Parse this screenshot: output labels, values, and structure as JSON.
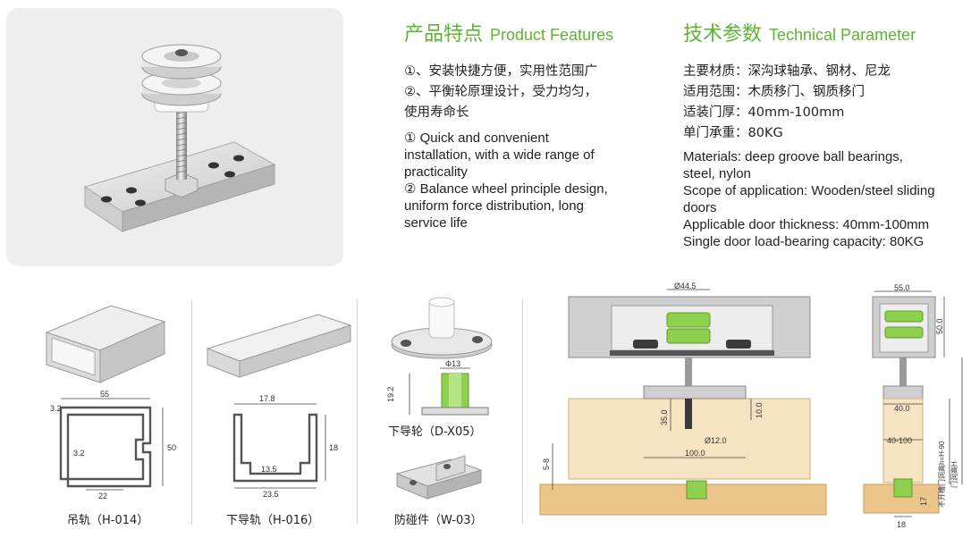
{
  "features": {
    "title_cn": "产品特点",
    "title_en": "Product Features",
    "items_cn": [
      "①、安装快捷方便，实用性范围广",
      "②、平衡轮原理设计，受力均匀，",
      "使用寿命长"
    ],
    "items_en": [
      "① Quick and convenient",
      "installation, with a wide range of",
      "practicality",
      "② Balance wheel principle design,",
      "uniform force distribution, long",
      "service life"
    ]
  },
  "params": {
    "title_cn": "技术参数",
    "title_en": "Technical Parameter",
    "items_cn": [
      "主要材质：深沟球轴承、钢材、尼龙",
      "适用范围：木质移门、钢质移门",
      "适装门厚：40mm-100mm",
      "单门承重：80KG"
    ],
    "items_en": [
      "Materials: deep groove ball bearings,",
      "steel, nylon",
      "Scope of application: Wooden/steel sliding",
      "doors",
      "Applicable door thickness: 40mm-100mm",
      "Single door load-bearing capacity: 80KG"
    ]
  },
  "parts": {
    "h014": {
      "caption": "吊轨（H-014）",
      "dims": [
        "55",
        "3.2",
        "50",
        "3.2",
        "22"
      ]
    },
    "h016": {
      "caption": "下导轨（H-016）",
      "dims": [
        "17.8",
        "18",
        "13.5",
        "23.5"
      ]
    },
    "dx05": {
      "caption": "下导轮（D-X05）",
      "dims": [
        "Φ13",
        "19.2"
      ]
    },
    "w03": {
      "caption": "防碰件（W-03）"
    }
  },
  "front_drawing": {
    "dims": [
      "Ø44.5",
      "35.0",
      "10.0",
      "Ø12.0",
      "100.0",
      "5-8"
    ]
  },
  "side_drawing": {
    "dims": [
      "55.0",
      "50.0",
      "40.0",
      "40-100",
      "17",
      "18",
      "不开槽门洞高h=H-90",
      "门洞高H"
    ]
  },
  "colors": {
    "accent": "#5cb531",
    "wood": "#f6e3c1",
    "metal": "#b9b9b9"
  }
}
